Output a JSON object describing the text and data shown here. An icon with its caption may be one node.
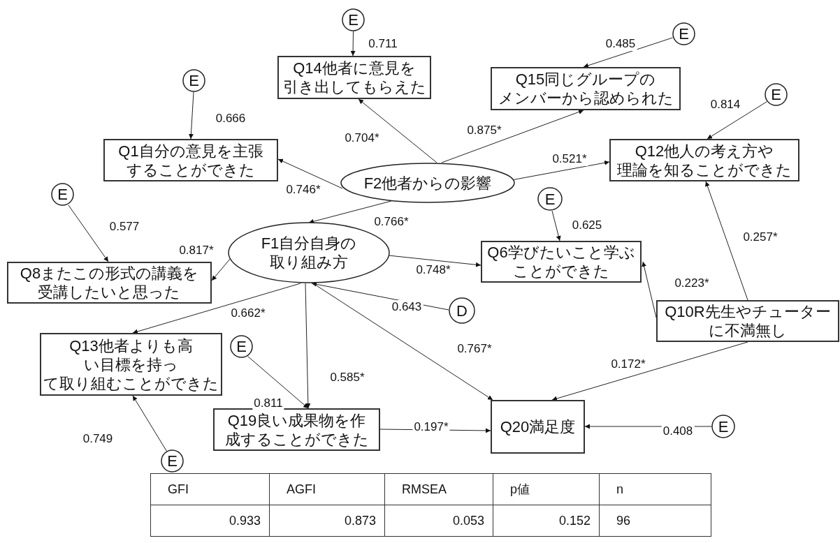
{
  "diagram": {
    "nodes": [
      {
        "text": [
          "E"
        ]
      },
      {
        "text": [
          "E"
        ]
      },
      {
        "text": [
          "Q14他者に意見を引き出してもらえた"
        ]
      },
      {
        "text": [
          "Q15同じグループのメンバーから認められた"
        ]
      },
      {
        "text": [
          "E"
        ]
      },
      {
        "text": [
          "E"
        ]
      },
      {
        "text": [
          "Q1自分の意見を主張することができた"
        ]
      },
      {
        "text": [
          "Q12他人の考え方や理論を知ることができた"
        ]
      },
      {
        "text": [
          "F2他者からの影響"
        ]
      },
      {
        "text": [
          "E"
        ]
      },
      {
        "text": [
          "E"
        ]
      },
      {
        "text": [
          "F1自分自身の取り組み方"
        ]
      },
      {
        "text": [
          "Q6学びたいこと学ぶことができた"
        ]
      },
      {
        "text": [
          "Q8またこの形式の講義を受講したいと思った"
        ]
      },
      {
        "text": [
          "D"
        ]
      },
      {
        "text": [
          "Q10R先生やチューターに不満無し"
        ]
      },
      {
        "text": [
          "Q13他者よりも高い目標を持って取り組むことができた"
        ]
      },
      {
        "text": [
          "E"
        ]
      },
      {
        "text": [
          "Q19良い成果物を作成することができた"
        ]
      },
      {
        "text": [
          "Q20満足度"
        ]
      },
      {
        "text": [
          "E"
        ]
      },
      {
        "text": [
          "E"
        ]
      }
    ],
    "edges": [
      {
        "from": 0,
        "to": 2,
        "arrow": "to",
        "label": "0.711"
      },
      {
        "from": 1,
        "to": 3,
        "arrow": "to",
        "label": "0.485"
      },
      {
        "from": 4,
        "to": 6,
        "arrow": "to",
        "label": "0.666"
      },
      {
        "from": 5,
        "to": 7,
        "arrow": "to",
        "label": "0.814"
      },
      {
        "from": 8,
        "to": 2,
        "arrow": "to",
        "label": "0.704*"
      },
      {
        "from": 8,
        "to": 3,
        "arrow": "to",
        "label": "0.875*"
      },
      {
        "from": 8,
        "to": 6,
        "arrow": "to",
        "label": "0.746*"
      },
      {
        "from": 8,
        "to": 7,
        "arrow": "to",
        "label": "0.521*"
      },
      {
        "from": 8,
        "to": 11,
        "arrow": "to",
        "label": "0.766*"
      },
      {
        "from": 9,
        "to": 13,
        "arrow": "to",
        "label": "0.577"
      },
      {
        "from": 10,
        "to": 12,
        "arrow": "to",
        "label": "0.625"
      },
      {
        "from": 11,
        "to": 13,
        "arrow": "to",
        "label": "0.817*"
      },
      {
        "from": 11,
        "to": 12,
        "arrow": "to",
        "label": "0.748*"
      },
      {
        "from": 14,
        "to": 11,
        "arrow": "to",
        "label": "0.643"
      },
      {
        "from": 15,
        "to": 7,
        "arrow": "to",
        "label": "0.257*"
      },
      {
        "from": 15,
        "to": 12,
        "arrow": "to",
        "label": "0.223*"
      },
      {
        "from": 11,
        "to": 16,
        "arrow": "to",
        "label": "0.662*"
      },
      {
        "from": 11,
        "to": 18,
        "arrow": "to",
        "label": "0.585*"
      },
      {
        "from": 11,
        "to": 19,
        "arrow": "to",
        "label": "0.767*"
      },
      {
        "from": 15,
        "to": 19,
        "arrow": "to",
        "label": "0.172*"
      },
      {
        "from": 17,
        "to": 18,
        "arrow": "to",
        "label": "0.811"
      },
      {
        "from": 21,
        "to": 16,
        "arrow": "to",
        "label": "0.749"
      },
      {
        "from": 18,
        "to": 19,
        "arrow": "to",
        "label": "0.197*"
      },
      {
        "from": 20,
        "to": 19,
        "arrow": "to",
        "label": "0.408"
      }
    ],
    "labels": [
      "GFI",
      "AGFI",
      "RMSEA",
      "p値",
      "n",
      "0.933",
      "0.873",
      "0.053",
      "0.152",
      "96"
    ]
  }
}
